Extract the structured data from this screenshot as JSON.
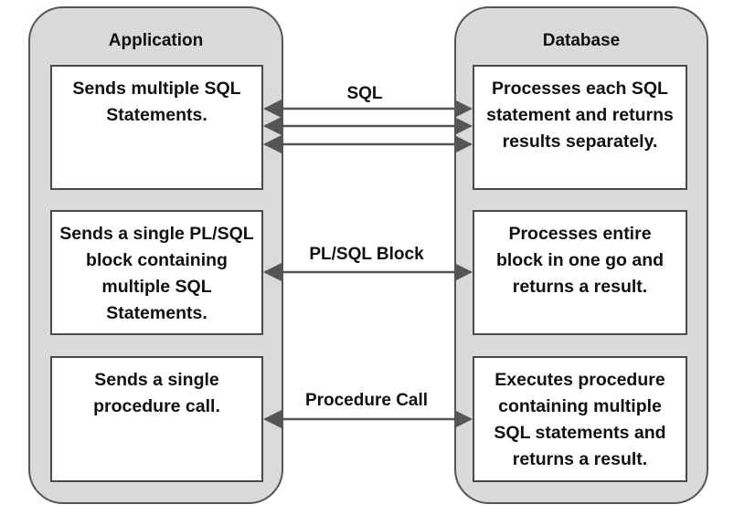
{
  "columns": {
    "application": {
      "title": "Application"
    },
    "database": {
      "title": "Database"
    }
  },
  "rows": [
    {
      "app_text": "Sends multiple SQL Statements.",
      "db_text": "Processes each SQL statement and returns results separately.",
      "arrow_label": "SQL"
    },
    {
      "app_text": "Sends a single PL/SQL block containing multiple SQL Statements.",
      "db_text": "Processes entire block in one go and returns a result.",
      "arrow_label": "PL/SQL Block"
    },
    {
      "app_text": "Sends a single procedure call.",
      "db_text": "Executes procedure containing multiple SQL statements and returns a result.",
      "arrow_label": "Procedure Call"
    }
  ],
  "colors": {
    "column_fill": "#dadada",
    "arrow": "#555555",
    "box_border": "#4a4a4a"
  }
}
